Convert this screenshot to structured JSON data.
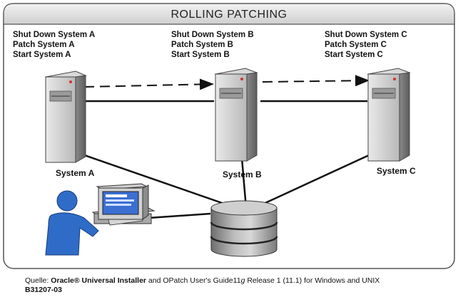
{
  "title": "ROLLING PATCHING",
  "systems": [
    {
      "steps": [
        "Shut Down System A",
        "Patch System A",
        "Start System A"
      ],
      "label": "System A"
    },
    {
      "steps": [
        "Shut Down System B",
        "Patch System B",
        "Start System B"
      ],
      "label": "System B"
    },
    {
      "steps": [
        "Shut Down System C",
        "Patch System C",
        "Start System C"
      ],
      "label": "System C"
    }
  ],
  "caption": {
    "prefix": "Quelle: ",
    "bold_title": "Oracle® Universal Installer",
    "middle": " and OPatch User's Guide11",
    "italic": "g",
    "suffix": " Release 1 (11.1) for Windows and UNIX",
    "doc_id": "B31207-03"
  }
}
